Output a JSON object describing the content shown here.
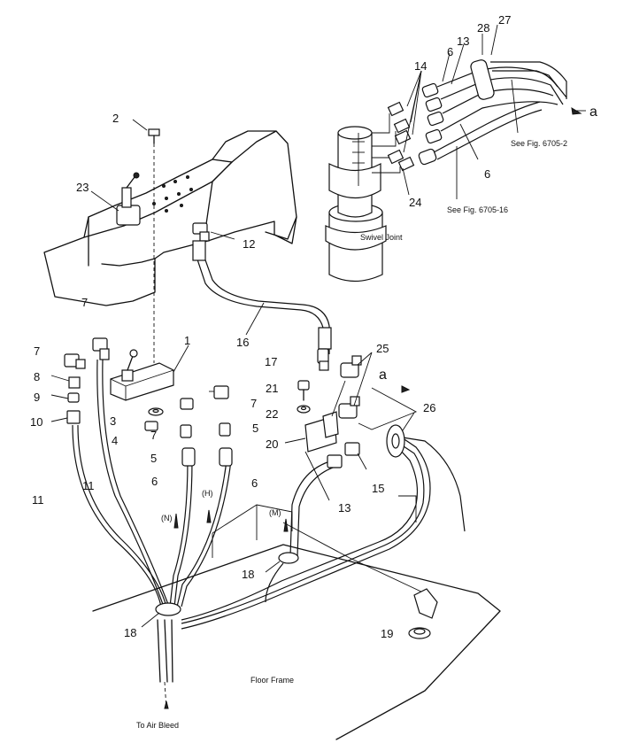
{
  "callouts": {
    "c1": "1",
    "c2": "2",
    "c3": "3",
    "c4": "4",
    "c5a": "5",
    "c5b": "5",
    "c6a": "6",
    "c6b": "6",
    "c6c": "6",
    "c6d": "6",
    "c7a": "7",
    "c7b": "7",
    "c7c": "7",
    "c7d": "7",
    "c8": "8",
    "c9": "9",
    "c10": "10",
    "c11a": "11",
    "c11b": "11",
    "c12": "12",
    "c13a": "13",
    "c13b": "13",
    "c14": "14",
    "c15": "15",
    "c16": "16",
    "c17": "17",
    "c18a": "18",
    "c18b": "18",
    "c19": "19",
    "c20": "20",
    "c21": "21",
    "c22": "22",
    "c23": "23",
    "c24": "24",
    "c25": "25",
    "c26": "26",
    "c27": "27",
    "c28": "28",
    "a_top": "a",
    "a_mid": "a"
  },
  "labels": {
    "swivel_joint": "Swivel Joint",
    "see_fig_1": "See Fig. 6705-2",
    "see_fig_2": "See Fig. 6705-16",
    "floor_frame": "Floor Frame",
    "to_air_bleed": "To Air Bleed",
    "mark_n": "(N)",
    "mark_h": "(H)",
    "mark_m": "(M)"
  }
}
